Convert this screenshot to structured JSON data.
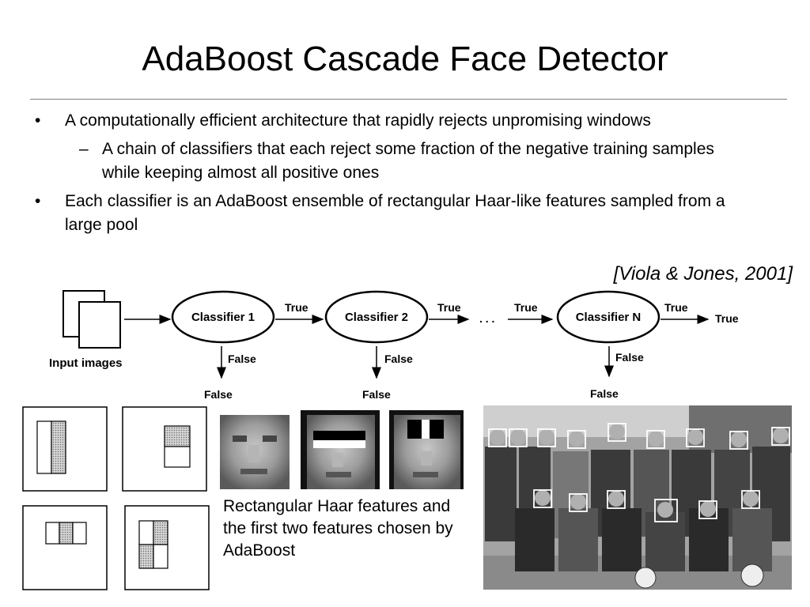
{
  "slide": {
    "title": "AdaBoost Cascade Face Detector",
    "bullets": [
      {
        "level": 1,
        "text": "A computationally efficient architecture that rapidly rejects unpromising windows"
      },
      {
        "level": 2,
        "text": "A chain of classifiers that each reject some fraction of the negative training samples while keeping almost all positive ones"
      },
      {
        "level": 1,
        "text": "Each classifier is an AdaBoost ensemble of rectangular Haar-like features sampled from a large pool"
      }
    ],
    "bullet_symbol": "•",
    "dash_symbol": "–",
    "citation": "[Viola & Jones, 2001]",
    "caption": "Rectangular Haar features and the first two features chosen by AdaBoost"
  },
  "cascade": {
    "input_label": "Input images",
    "classifiers": [
      "Classifier 1",
      "Classifier 2",
      "Classifier N"
    ],
    "true_label": "True",
    "false_label": "False",
    "ellipsis": ". . .",
    "final_label": "True"
  },
  "colors": {
    "line": "#000000",
    "rule": "#7f7f7f",
    "dotted_fill": "#bdbdbd",
    "photo_bg": "#9a9a9a"
  }
}
